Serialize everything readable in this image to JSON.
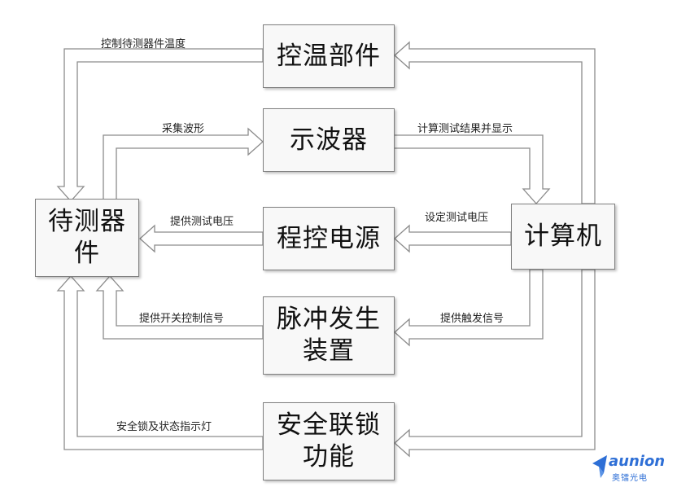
{
  "nodes": {
    "temp_control": "控温部件",
    "oscilloscope": "示波器",
    "program_power": "程控电源",
    "pulse_device": [
      "脉冲发生",
      "装置"
    ],
    "safety_interlock": [
      "安全联锁",
      "功能"
    ],
    "dut": [
      "待测器",
      "件"
    ],
    "computer": "计算机"
  },
  "edges": {
    "temp_to_dut": "控制待测器件温度",
    "dut_to_scope": "采集波形",
    "scope_to_computer": "计算测试结果并显示",
    "computer_to_power": "设定测试电压",
    "power_to_dut": "提供测试电压",
    "computer_to_pulse": "提供触发信号",
    "pulse_to_dut": "提供开关控制信号",
    "safety_to_dut": "安全锁及状态指示灯"
  },
  "watermark": {
    "brand": "aunion",
    "sub": "奥镭光电"
  },
  "colors": {
    "arrow_fill": "#ffffff",
    "arrow_stroke": "#8c8c8c",
    "box_border": "#7f7f7f",
    "logo": "#2e6fd6"
  }
}
